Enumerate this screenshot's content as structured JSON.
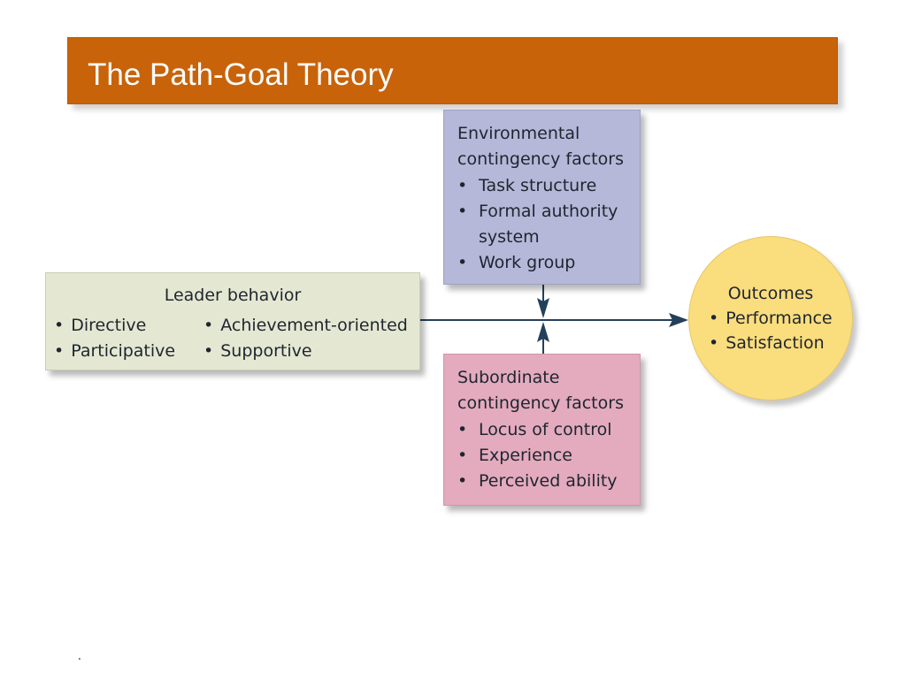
{
  "slide": {
    "title": "The Path-Goal Theory",
    "footer_mark": "."
  },
  "diagram": {
    "leader_behavior": {
      "title": "Leader behavior",
      "items_col1": [
        "Directive",
        "Participative"
      ],
      "items_col2": [
        "Achievement-oriented",
        "Supportive"
      ]
    },
    "environmental": {
      "title_line1": "Environmental",
      "title_line2": "contingency factors",
      "items": [
        "Task structure",
        "Formal authority system",
        "Work group"
      ]
    },
    "subordinate": {
      "title_line1": "Subordinate",
      "title_line2": "contingency factors",
      "items": [
        "Locus of control",
        "Experience",
        "Perceived ability"
      ]
    },
    "outcomes": {
      "title": "Outcomes",
      "items": [
        "Performance",
        "Satisfaction"
      ]
    }
  },
  "colors": {
    "title_bar": "#c8630a",
    "leader_box": "#e4e8d2",
    "environmental_box": "#b5b8d8",
    "subordinate_box": "#e3abbd",
    "outcomes_circle": "#fadd7d",
    "arrow": "#24405a"
  }
}
